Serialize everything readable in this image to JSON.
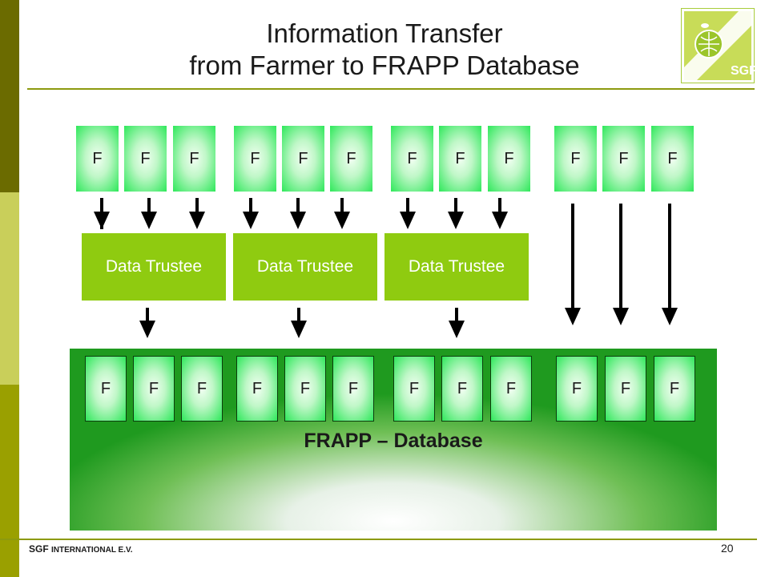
{
  "title_line1": "Information Transfer",
  "title_line2": "from Farmer to FRAPP Database",
  "farmer_label": "F",
  "trustee_label": "Data Trustee",
  "database_label": "FRAPP – Database",
  "footer_org_main": "SGF ",
  "footer_org_small": "INTERNATIONAL  E.V.",
  "page_number": "20",
  "colors": {
    "sidebar_dark": "#6b6b00",
    "sidebar_light": "#c9cf5a",
    "sidebar_mid": "#9aa000",
    "accent_line": "#8c9a0f",
    "trustee_green": "#8fcb10",
    "farmer_green": "#2ee85a",
    "database_green": "#1f9a1f"
  },
  "icons": [
    "sgf-logo-icon"
  ]
}
